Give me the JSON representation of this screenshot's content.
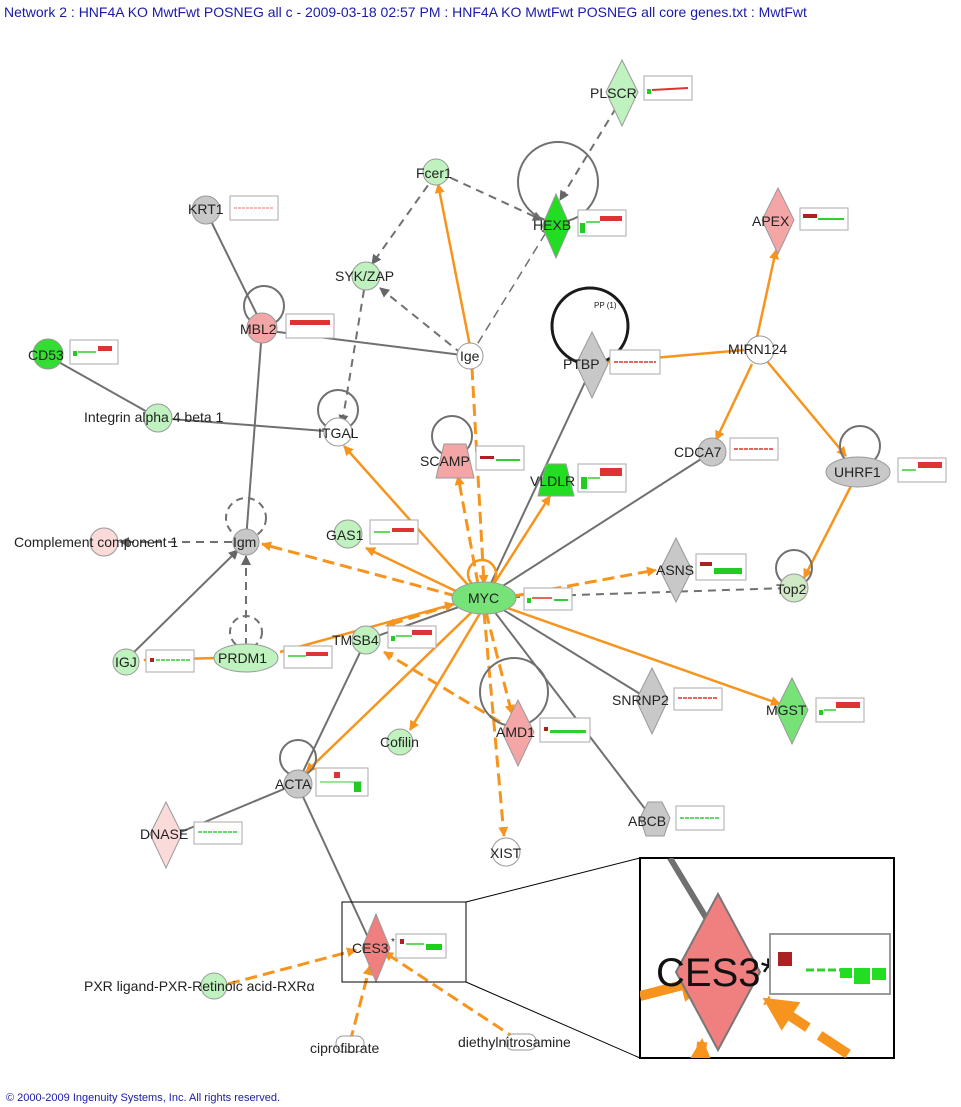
{
  "header": {
    "title": "Network 2 : HNF4A KO MwtFwt POSNEG all c - 2009-03-18 02:57 PM : HNF4A KO MwtFwt POSNEG all core genes.txt : MwtFwt"
  },
  "footer": {
    "copyright": "© 2000-2009 Ingenuity Systems, Inc. All rights reserved."
  },
  "colors": {
    "orange_edge": "#f7941d",
    "gray_edge": "#707070",
    "bright_green": "#22dd22",
    "light_green": "#bff2bf",
    "pink": "#f4a6a6",
    "salmon": "#f08080",
    "light_pink": "#fbdada",
    "gray": "#c8c8c8",
    "white": "#ffffff",
    "title_blue": "#1a1aa8"
  },
  "nodes": {
    "myc": "MYC",
    "ige": "Ige",
    "fcer1": "Fcer1",
    "syk_zap": "SYK/ZAP",
    "hexb": "HEXB",
    "plscr": "PLSCR",
    "krt1": "KRT1",
    "mbl2": "MBL2",
    "cd53": "CD53",
    "integrin": "Integrin alpha 4 beta 1",
    "itgal": "ITGAL",
    "ptbp": "PTBP",
    "mirn124": "MIRN124",
    "apex": "APEX",
    "cdca7": "CDCA7",
    "uhrf1": "UHRF1",
    "scamp": "SCAMP",
    "vldlr": "VLDLR",
    "complement": "Complement component 1",
    "igm": "Igm",
    "gas1": "GAS1",
    "asns": "ASNS",
    "top2": "Top2",
    "igj": "IGJ",
    "prdm1": "PRDM1",
    "tmsb4": "TMSB4",
    "snrnp": "SNRNP2",
    "cofilin": "Cofilin",
    "mgst": "MGST",
    "amd1": "AMD1",
    "acta": "ACTA",
    "dnase": "DNASE",
    "abcb": "ABCB",
    "xist": "XIST",
    "ces3": "CES3",
    "pxr": "PXR ligand-PXR-Retinoic acid-RXRα",
    "ciprofibrate": "ciprofibrate",
    "diethylnitrosamine": "diethylnitrosamine"
  },
  "annotations": {
    "pp_label": "PP (1)",
    "zoom_label": "CES3*",
    "asterisk": "*"
  }
}
